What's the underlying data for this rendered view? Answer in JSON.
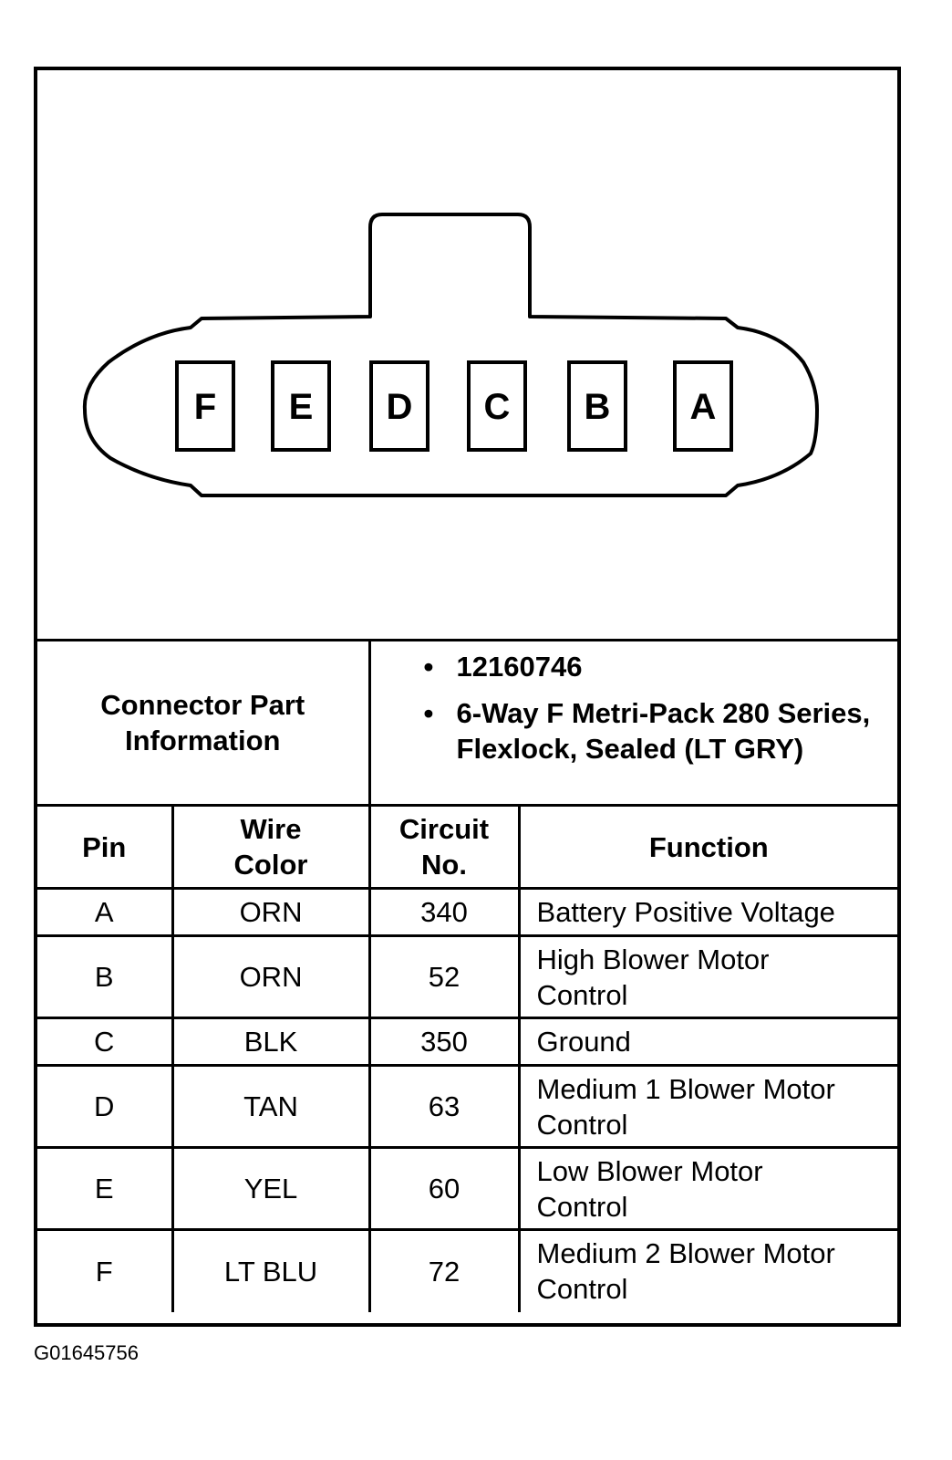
{
  "connector": {
    "pins": [
      "F",
      "E",
      "D",
      "C",
      "B",
      "A"
    ]
  },
  "part_info": {
    "label_line1": "Connector Part",
    "label_line2": "Information",
    "items": [
      "12160746",
      "6-Way F Metri-Pack 280 Series, Flexlock, Sealed (LT GRY)"
    ]
  },
  "table": {
    "headers": {
      "pin": "Pin",
      "wire_color_line1": "Wire",
      "wire_color_line2": "Color",
      "circuit_line1": "Circuit",
      "circuit_line2": "No.",
      "function": "Function"
    },
    "rows": [
      {
        "pin": "A",
        "wire_color": "ORN",
        "circuit": "340",
        "function": "Battery Positive Voltage"
      },
      {
        "pin": "B",
        "wire_color": "ORN",
        "circuit": "52",
        "function": "High Blower Motor Control"
      },
      {
        "pin": "C",
        "wire_color": "BLK",
        "circuit": "350",
        "function": "Ground"
      },
      {
        "pin": "D",
        "wire_color": "TAN",
        "circuit": "63",
        "function": "Medium 1 Blower Motor Control"
      },
      {
        "pin": "E",
        "wire_color": "YEL",
        "circuit": "60",
        "function": "Low Blower Motor Control"
      },
      {
        "pin": "F",
        "wire_color": "LT BLU",
        "circuit": "72",
        "function": "Medium 2 Blower Motor Control"
      }
    ]
  },
  "figure_id": "G01645756"
}
